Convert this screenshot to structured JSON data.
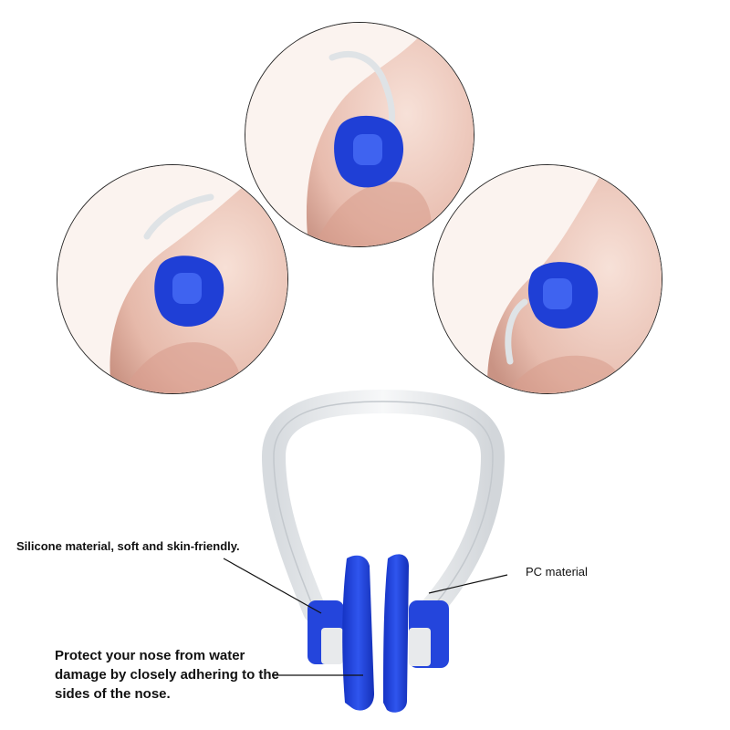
{
  "labels": {
    "silicone": "Silicone material, soft and skin-friendly.",
    "pc": "PC material",
    "protect": "Protect your nose from water damage by closely adhering to the sides of the nose."
  },
  "colors": {
    "clip_blue": "#1f3fd6",
    "skin": "#f3d9cf",
    "frame_clear": "#e9ecef"
  }
}
